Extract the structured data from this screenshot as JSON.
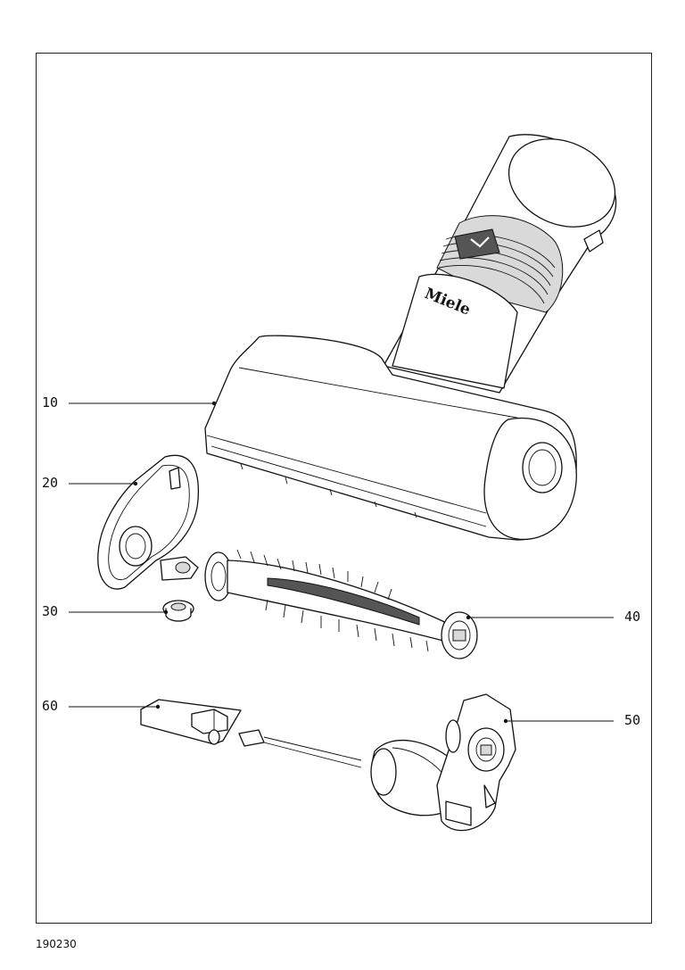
{
  "callouts": [
    {
      "id": "10",
      "label": "10",
      "part": "housing"
    },
    {
      "id": "20",
      "label": "20",
      "part": "side-cover"
    },
    {
      "id": "30",
      "label": "30",
      "part": "bearing"
    },
    {
      "id": "40",
      "label": "40",
      "part": "brush-roller"
    },
    {
      "id": "50",
      "label": "50",
      "part": "motor-unit"
    },
    {
      "id": "60",
      "label": "60",
      "part": "circuit-board"
    }
  ],
  "brand_logo": "Miele",
  "doc_number": "190230"
}
